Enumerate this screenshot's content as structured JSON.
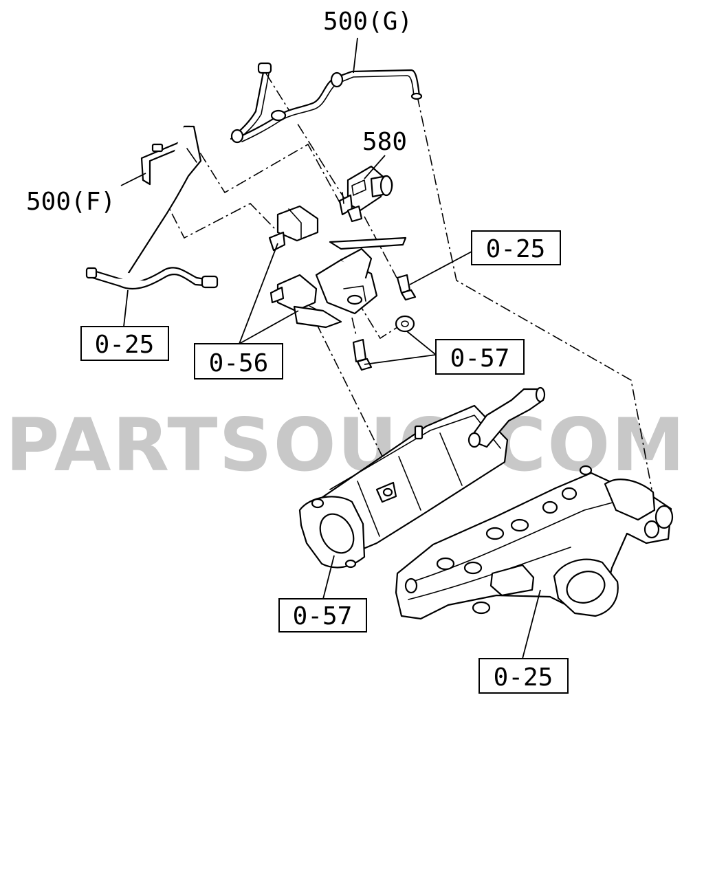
{
  "watermark": "PARTSOUQ.COM",
  "labels": {
    "part_500g": "500(G)",
    "part_580": "580",
    "part_500f": "500(F)"
  },
  "callouts": {
    "c1": "0-25",
    "c2": "0-25",
    "c3": "0-56",
    "c4": "0-57",
    "c5": "0-57",
    "c6": "0-25"
  }
}
